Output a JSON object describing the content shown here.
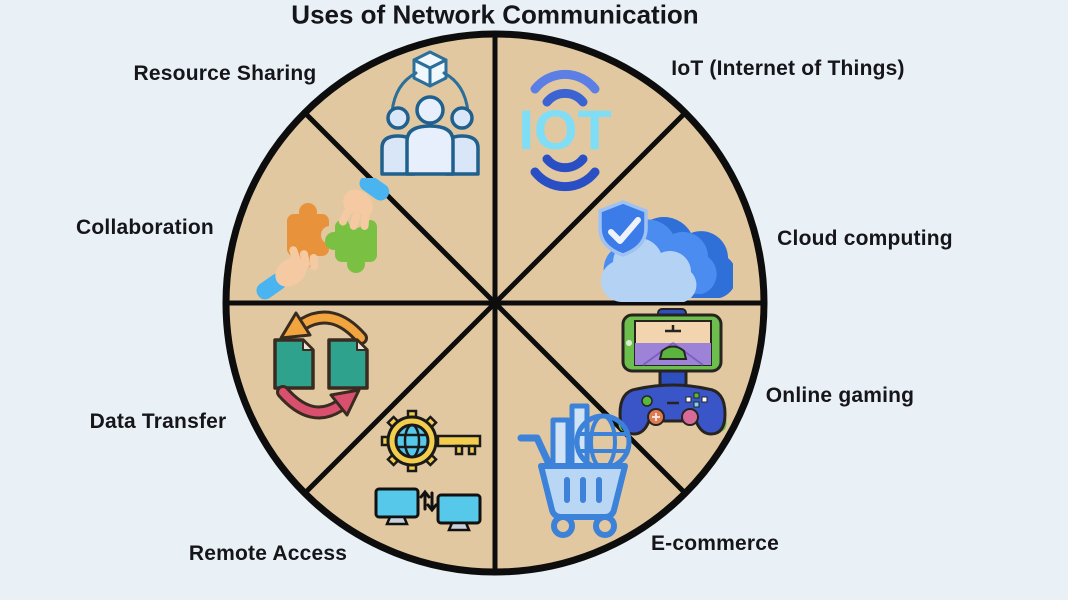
{
  "title": "Uses of Network Communication",
  "wheel": {
    "segment_count": 8,
    "segments": [
      {
        "label": "Resource Sharing",
        "icon": "resource-sharing-icon"
      },
      {
        "label": "IoT (Internet of Things)",
        "icon": "iot-icon",
        "icon_text": "IOT"
      },
      {
        "label": "Cloud computing",
        "icon": "cloud-shield-icon"
      },
      {
        "label": "Online gaming",
        "icon": "gamepad-phone-icon"
      },
      {
        "label": "E-commerce",
        "icon": "shopping-cart-globe-icon"
      },
      {
        "label": "Remote Access",
        "icon": "gear-key-monitors-icon"
      },
      {
        "label": "Data Transfer",
        "icon": "documents-sync-arrows-icon"
      },
      {
        "label": "Collaboration",
        "icon": "puzzle-hands-icon"
      }
    ]
  },
  "colors": {
    "background": "#e9f1f7",
    "circle_fill": "#e2c8a0",
    "divider_line": "#0d0d0d",
    "text": "#15151a",
    "iot_letters": "#7fdef5",
    "wifi_arc_blue": "#3c63d2",
    "cloud_light": "#b4d2f4",
    "cloud_dark": "#2f6fd8",
    "shield_blue": "#3b7ce8",
    "cart_blue": "#3b82d8",
    "gear_yellow": "#f2cd4e",
    "globe_cyan": "#56c8ea",
    "doc_teal": "#2fa28e",
    "arrow_orange": "#f2a43e",
    "arrow_pink": "#d8506e",
    "puzzle_orange": "#e8933c",
    "puzzle_green": "#7ac143",
    "sleeve_blue": "#49b4f0",
    "gamepad_blue": "#3a55c8",
    "phone_green": "#6cbf4d"
  }
}
